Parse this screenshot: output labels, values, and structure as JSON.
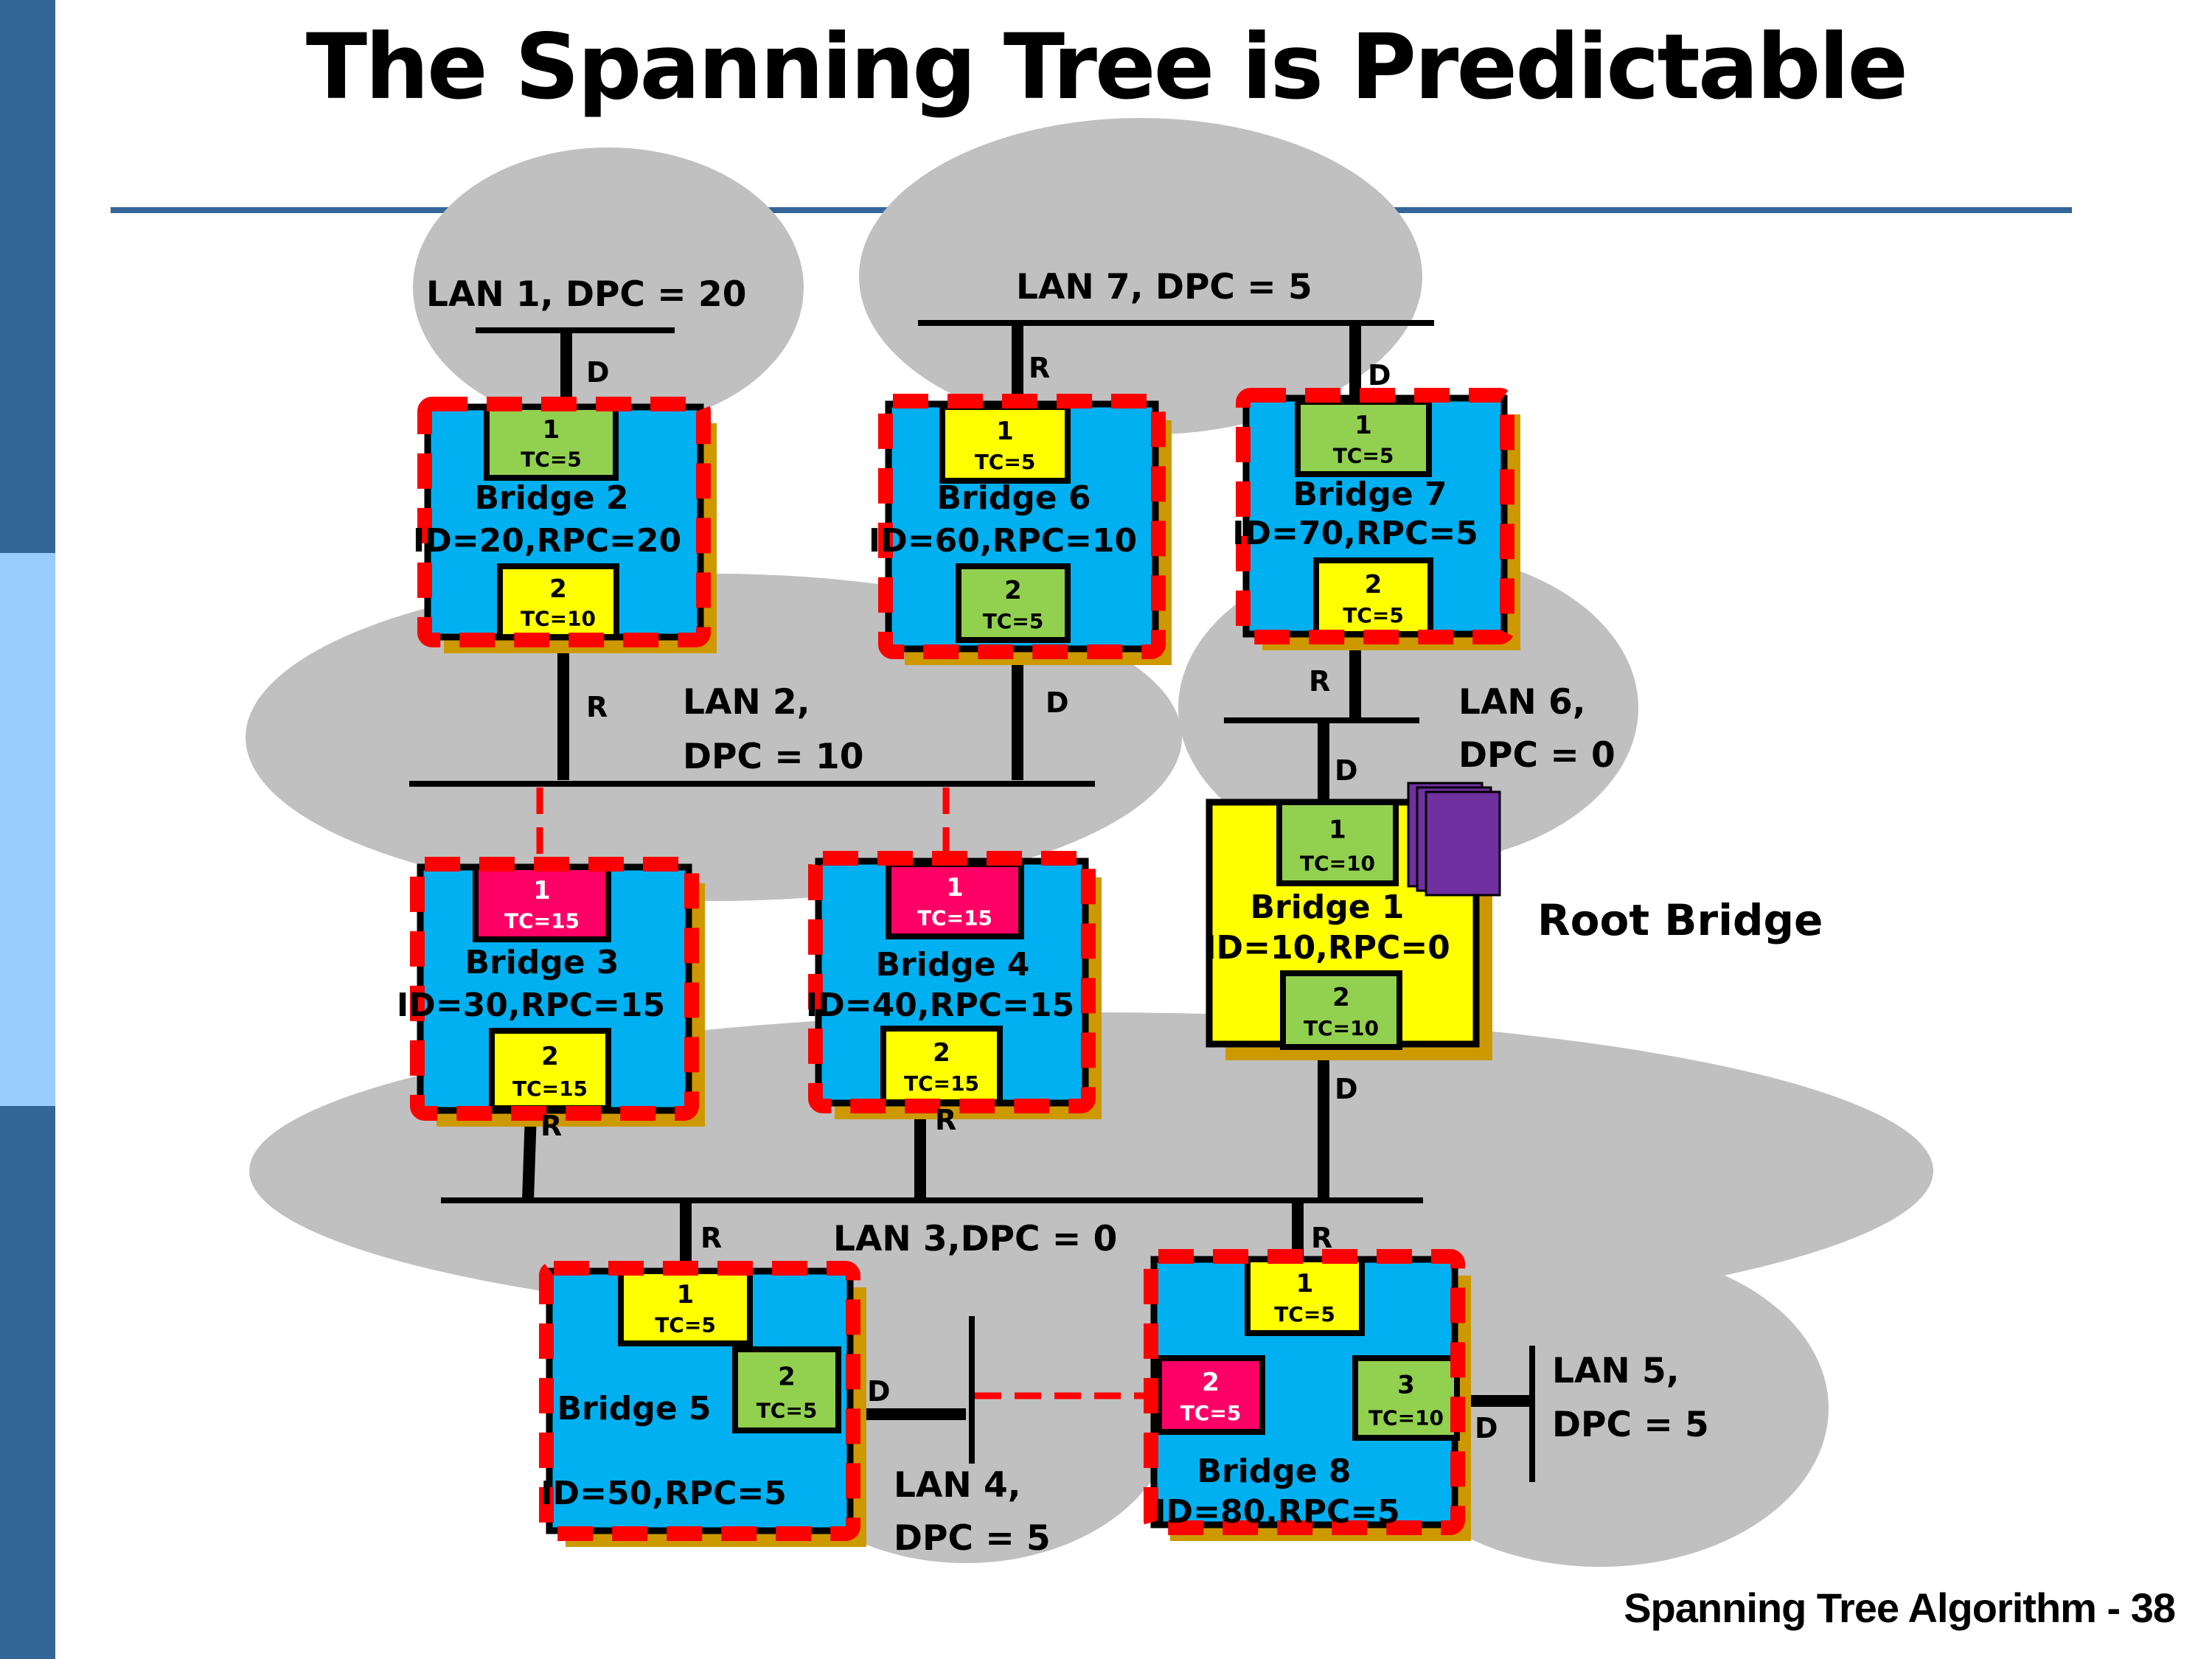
{
  "slide": {
    "title": "The Spanning Tree is Predictable",
    "footer": "Spanning Tree Algorithm - 38",
    "accent_color": "#336699",
    "sidebar_colors": [
      "#336699",
      "#99CCFF",
      "#336699"
    ]
  },
  "colors": {
    "lan_cloud": "#C0C0C0",
    "bridge_fill": "#00B0F0",
    "root_bridge_fill": "#FFFF00",
    "bridge_shadow": "#CC9900",
    "blocked_dash": "#FF0000",
    "port_root": "#FFFF00",
    "port_designated": "#92D050",
    "port_blocked": "#FF0066",
    "root_marker": "#7030A0"
  },
  "lans": [
    {
      "id": "lan1",
      "line1": "LAN 1, DPC = 20",
      "line2": ""
    },
    {
      "id": "lan2",
      "line1": "LAN 2,",
      "line2": "DPC = 10"
    },
    {
      "id": "lan3",
      "line1": "LAN 3,DPC = 0",
      "line2": ""
    },
    {
      "id": "lan4",
      "line1": "LAN 4,",
      "line2": "DPC = 5"
    },
    {
      "id": "lan5",
      "line1": "LAN 5,",
      "line2": "DPC = 5"
    },
    {
      "id": "lan6",
      "line1": "LAN 6,",
      "line2": "DPC = 0"
    },
    {
      "id": "lan7",
      "line1": "LAN 7, DPC = 5",
      "line2": ""
    }
  ],
  "bridges": [
    {
      "id": "b2",
      "name": "Bridge 2",
      "info": "ID=20,RPC=20",
      "root": false,
      "ports": [
        {
          "num": "1",
          "tc": "TC=5",
          "role": "designated"
        },
        {
          "num": "2",
          "tc": "TC=10",
          "role": "root"
        }
      ]
    },
    {
      "id": "b6",
      "name": "Bridge 6",
      "info": "ID=60,RPC=10",
      "root": false,
      "ports": [
        {
          "num": "1",
          "tc": "TC=5",
          "role": "root"
        },
        {
          "num": "2",
          "tc": "TC=5",
          "role": "designated"
        }
      ]
    },
    {
      "id": "b7",
      "name": "Bridge 7",
      "info": "ID=70,RPC=5",
      "root": false,
      "ports": [
        {
          "num": "1",
          "tc": "TC=5",
          "role": "designated"
        },
        {
          "num": "2",
          "tc": "TC=5",
          "role": "root"
        }
      ]
    },
    {
      "id": "b1",
      "name": "Bridge 1",
      "info": "ID=10,RPC=0",
      "root": true,
      "ports": [
        {
          "num": "1",
          "tc": "TC=10",
          "role": "designated"
        },
        {
          "num": "2",
          "tc": "TC=10",
          "role": "designated"
        }
      ]
    },
    {
      "id": "b3",
      "name": "Bridge 3",
      "info": "ID=30,RPC=15",
      "root": false,
      "ports": [
        {
          "num": "1",
          "tc": "TC=15",
          "role": "blocked"
        },
        {
          "num": "2",
          "tc": "TC=15",
          "role": "root"
        }
      ]
    },
    {
      "id": "b4",
      "name": "Bridge 4",
      "info": "ID=40,RPC=15",
      "root": false,
      "ports": [
        {
          "num": "1",
          "tc": "TC=15",
          "role": "blocked"
        },
        {
          "num": "2",
          "tc": "TC=15",
          "role": "root"
        }
      ]
    },
    {
      "id": "b5",
      "name": "Bridge 5",
      "info": "ID=50,RPC=5",
      "root": false,
      "ports": [
        {
          "num": "1",
          "tc": "TC=5",
          "role": "root"
        },
        {
          "num": "2",
          "tc": "TC=5",
          "role": "designated"
        }
      ]
    },
    {
      "id": "b8",
      "name": "Bridge 8",
      "info": "ID=80,RPC=5",
      "root": false,
      "ports": [
        {
          "num": "1",
          "tc": "TC=5",
          "role": "root"
        },
        {
          "num": "2",
          "tc": "TC=5",
          "role": "blocked"
        },
        {
          "num": "3",
          "tc": "TC=10",
          "role": "designated"
        }
      ]
    }
  ],
  "port_role_labels": [
    {
      "link": "b2-lan1",
      "label": "D"
    },
    {
      "link": "b2-lan2",
      "label": "R"
    },
    {
      "link": "b6-lan7",
      "label": "R"
    },
    {
      "link": "b6-lan2",
      "label": "D"
    },
    {
      "link": "b7-lan7",
      "label": "D"
    },
    {
      "link": "b7-lan6",
      "label": "R"
    },
    {
      "link": "b1-lan6",
      "label": "D"
    },
    {
      "link": "b1-lan3",
      "label": "D"
    },
    {
      "link": "b3-lan3",
      "label": "R"
    },
    {
      "link": "b4-lan3",
      "label": "R"
    },
    {
      "link": "b5-lan3",
      "label": "R"
    },
    {
      "link": "b5-lan4",
      "label": "D"
    },
    {
      "link": "b8-lan3",
      "label": "R"
    },
    {
      "link": "b8-lan5",
      "label": "D"
    }
  ],
  "root_bridge_label": "Root Bridge"
}
